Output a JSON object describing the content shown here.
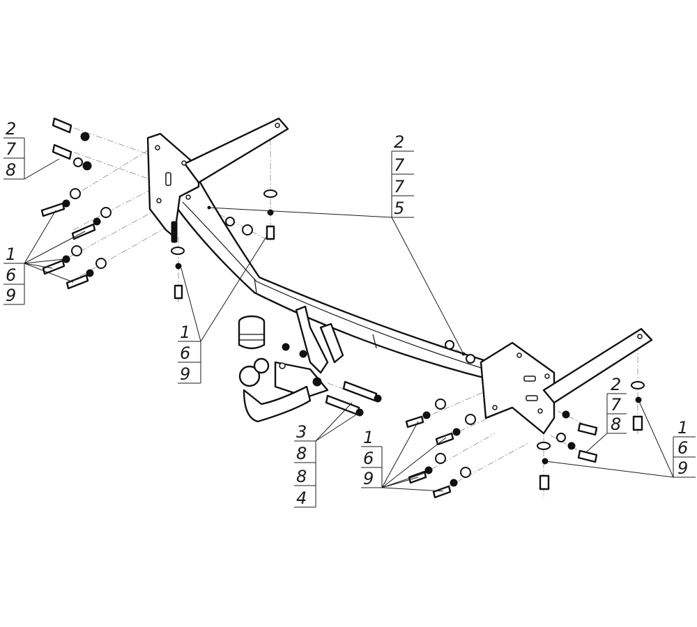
{
  "callouts": [
    {
      "id": "top-left",
      "numbers": [
        "2",
        "7",
        "8"
      ]
    },
    {
      "id": "left",
      "numbers": [
        "1",
        "6",
        "9"
      ]
    },
    {
      "id": "center-left",
      "numbers": [
        "1",
        "6",
        "9"
      ]
    },
    {
      "id": "top-center",
      "numbers": [
        "2",
        "7",
        "7",
        "5"
      ]
    },
    {
      "id": "bottom-center",
      "numbers": [
        "3",
        "8",
        "8",
        "4"
      ]
    },
    {
      "id": "bottom-right",
      "numbers": [
        "1",
        "6",
        "9"
      ]
    },
    {
      "id": "right",
      "numbers": [
        "2",
        "7",
        "8"
      ]
    },
    {
      "id": "far-right",
      "numbers": [
        "1",
        "6",
        "9"
      ]
    }
  ]
}
